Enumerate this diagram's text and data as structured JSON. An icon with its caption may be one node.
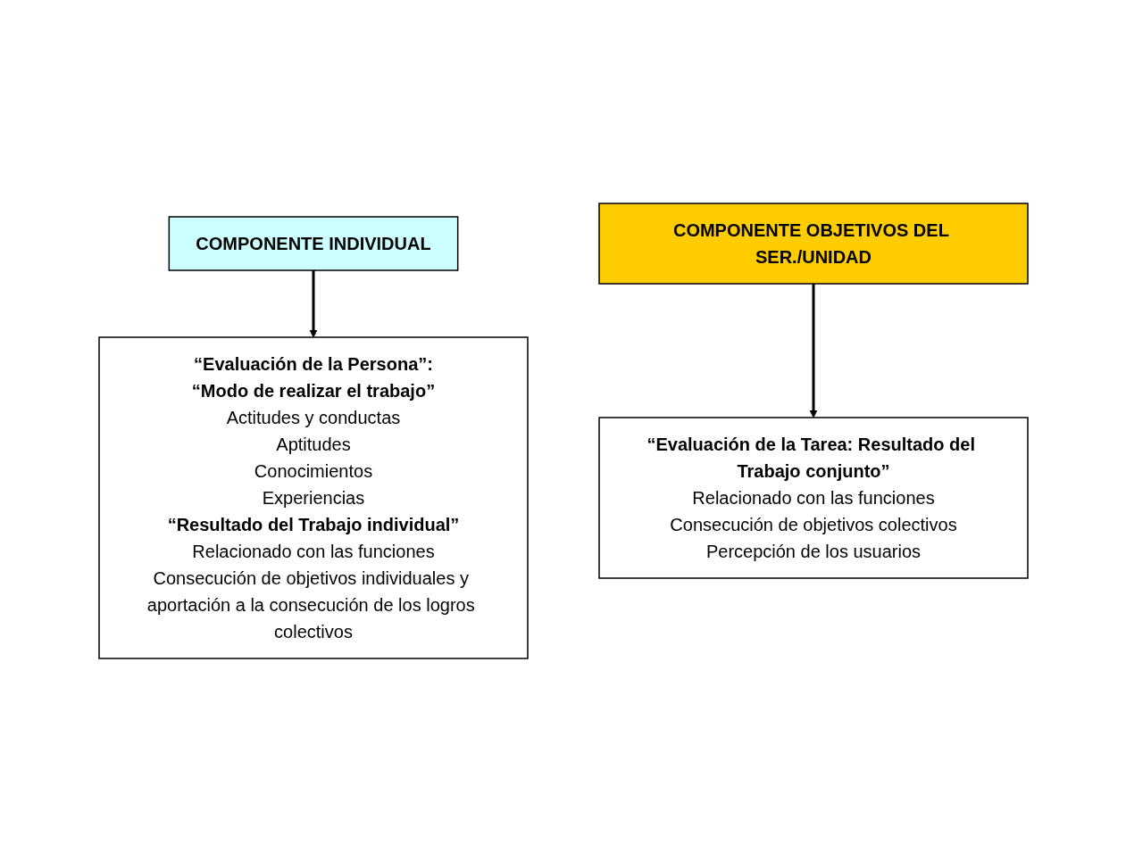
{
  "diagram": {
    "nodes": [
      {
        "text": [
          "COMPONENTE INDIVIDUAL"
        ]
      },
      {
        "text": [
          "COMPONENTE OBJETIVOS DEL SER./UNIDAD"
        ]
      },
      {
        "text": [
          "“Evaluación de la Persona”:",
          "“Modo de realizar el trabajo”",
          "Actitudes y conductas",
          "Aptitudes",
          "Conocimientos",
          "Experiencias",
          "“Resultado del Trabajo individual”",
          "Relacionado con las funciones",
          "Consecución de objetivos individuales y aportación a la consecución de los logros colectivos"
        ]
      },
      {
        "text": [
          "“Evaluación de la Tarea: Resultado del Trabajo conjunto”",
          "Relacionado con las funciones",
          "Consecución de objetivos colectivos",
          "Percepción de los usuarios"
        ]
      }
    ],
    "edges": [
      {
        "from": 0,
        "to": 2,
        "arrow": "to"
      },
      {
        "from": 1,
        "to": 3,
        "arrow": "to"
      }
    ]
  }
}
